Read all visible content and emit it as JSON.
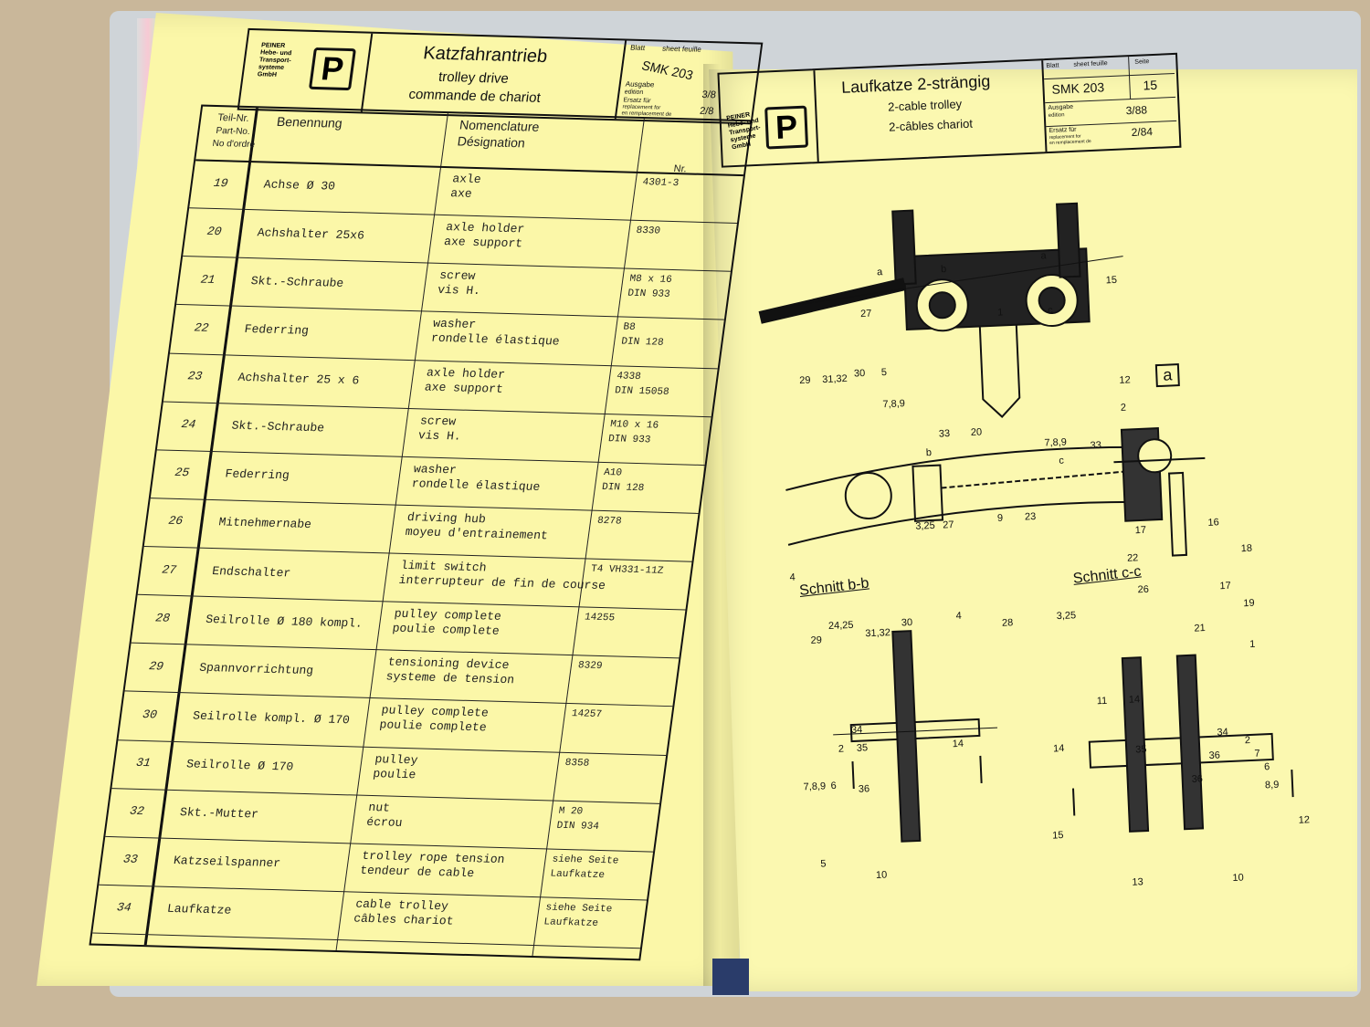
{
  "left": {
    "company": [
      "PEINER",
      "Hebe- und",
      "Transport-",
      "systeme",
      "GmbH"
    ],
    "logo": "P",
    "title_de": "Katzfahrantrieb",
    "title_en": "trolley drive",
    "title_fr": "commande de chariot",
    "meta": {
      "blatt": "Blatt",
      "sheet": "sheet feuille",
      "smk": "SMK 203",
      "ausgabe": "Ausgabe",
      "edition": "edition",
      "ersatz": "Ersatz für",
      "replacement": "replacement for",
      "remplacement": "en remplacement de",
      "date1": "3/8",
      "date2": "2/8"
    },
    "headers": {
      "teil": "Teil-Nr.",
      "part": "Part-No.",
      "ordre": "No d'ordre",
      "benennung": "Benennung",
      "nomenclature": "Nomenclature",
      "designation": "Désignation",
      "nr": "Nr."
    },
    "rows": [
      {
        "no": "19",
        "de": "Achse Ø 30",
        "en": "axle",
        "fr": "axe",
        "nr1": "4301-3",
        "nr2": ""
      },
      {
        "no": "20",
        "de": "Achshalter 25x6",
        "en": "axle holder",
        "fr": "axe support",
        "nr1": "8330",
        "nr2": ""
      },
      {
        "no": "21",
        "de": "Skt.-Schraube",
        "en": "screw",
        "fr": "vis H.",
        "nr1": "M8 x 16",
        "nr2": "DIN 933"
      },
      {
        "no": "22",
        "de": "Federring",
        "en": "washer",
        "fr": "rondelle élastique",
        "nr1": "B8",
        "nr2": "DIN 128"
      },
      {
        "no": "23",
        "de": "Achshalter 25 x 6",
        "en": "axle holder",
        "fr": "axe support",
        "nr1": "4338",
        "nr2": "DIN 15058"
      },
      {
        "no": "24",
        "de": "Skt.-Schraube",
        "en": "screw",
        "fr": "vis H.",
        "nr1": "M10 x 16",
        "nr2": "DIN 933"
      },
      {
        "no": "25",
        "de": "Federring",
        "en": "washer",
        "fr": "rondelle élastique",
        "nr1": "A10",
        "nr2": "DIN 128"
      },
      {
        "no": "26",
        "de": "Mitnehmernabe",
        "en": "driving hub",
        "fr": "moyeu d'entrainement",
        "nr1": "8278",
        "nr2": ""
      },
      {
        "no": "27",
        "de": "Endschalter",
        "en": "limit switch",
        "fr": "interrupteur de fin de course",
        "nr1": "T4 VH331-11Z",
        "nr2": ""
      },
      {
        "no": "28",
        "de": "Seilrolle Ø 180 kompl.",
        "en": "pulley complete",
        "fr": "poulie complete",
        "nr1": "14255",
        "nr2": ""
      },
      {
        "no": "29",
        "de": "Spannvorrichtung",
        "en": "tensioning device",
        "fr": "systeme de tension",
        "nr1": "8329",
        "nr2": ""
      },
      {
        "no": "30",
        "de": "Seilrolle kompl. Ø 170",
        "en": "pulley complete",
        "fr": "poulie complete",
        "nr1": "14257",
        "nr2": ""
      },
      {
        "no": "31",
        "de": "Seilrolle Ø 170",
        "en": "pulley",
        "fr": "poulie",
        "nr1": "8358",
        "nr2": ""
      },
      {
        "no": "32",
        "de": "Skt.-Mutter",
        "en": "nut",
        "fr": "écrou",
        "nr1": "M 20",
        "nr2": "DIN 934"
      },
      {
        "no": "33",
        "de": "Katzseilspanner",
        "en": "trolley rope tension",
        "fr": "tendeur de cable",
        "nr1": "siehe Seite",
        "nr2": "Laufkatze"
      },
      {
        "no": "34",
        "de": "Laufkatze",
        "en": "cable trolley",
        "fr": "câbles chariot",
        "nr1": "siehe Seite",
        "nr2": "Laufkatze"
      }
    ]
  },
  "right": {
    "company": [
      "PEINER",
      "Hebe- und",
      "Transport-",
      "systeme",
      "GmbH"
    ],
    "logo": "P",
    "title_de": "Laufkatze 2-strängig",
    "title_en": "2-cable trolley",
    "title_fr": "2-câbles chariot",
    "meta": {
      "blatt": "Blatt",
      "sheet": "sheet feuille",
      "seite": "Seite",
      "smk": "SMK 203",
      "page": "15",
      "ausgabe": "Ausgabe",
      "edition": "edition",
      "date1": "3/88",
      "ersatz": "Ersatz für",
      "replacement": "replacement for",
      "remplacement": "en remplacement de",
      "date2": "2/84"
    },
    "section_bb": "Schnitt b-b",
    "section_cc": "Schnitt c-c",
    "detail_a": "a",
    "labels_top": [
      "a",
      "b",
      "a",
      "27",
      "1",
      "15",
      "c",
      "29",
      "31,32",
      "30",
      "5",
      "7,8,9",
      "12",
      "2",
      "33",
      "20",
      "b",
      "7,8,9",
      "33",
      "c"
    ],
    "labels_mid": [
      "3,25",
      "27",
      "9",
      "23",
      "4",
      "29",
      "24,25",
      "31,32",
      "30",
      "4",
      "28",
      "3,25",
      "17",
      "16",
      "18",
      "22",
      "26",
      "17",
      "19",
      "21",
      "1"
    ],
    "labels_bb": [
      "34",
      "2",
      "35",
      "14",
      "7,8,9",
      "6",
      "36",
      "5",
      "10"
    ],
    "labels_cc": [
      "11",
      "14",
      "34",
      "2",
      "14",
      "35",
      "36",
      "7",
      "6",
      "8,9",
      "36",
      "12",
      "15",
      "13",
      "10"
    ]
  }
}
